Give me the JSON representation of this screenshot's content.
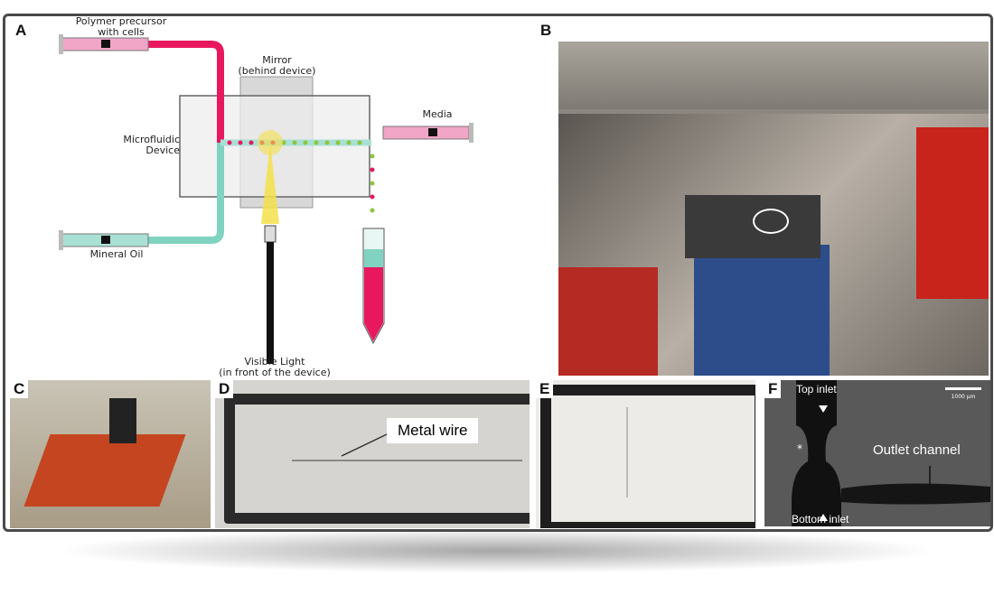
{
  "panels": {
    "a": {
      "label": "A",
      "polymer": "Polymer precursor\nwith cells",
      "mirror": "Mirror\n(behind device)",
      "device": "Microfluidic\nDevice",
      "media": "Media",
      "oil": "Mineral Oil",
      "light": "Visible Light\n(in front of the device)"
    },
    "b": {
      "label": "B"
    },
    "c": {
      "label": "C"
    },
    "d": {
      "label": "D",
      "annotation": "Metal wire"
    },
    "e": {
      "label": "E"
    },
    "f": {
      "label": "F",
      "top": "Top inlet",
      "bottom": "Bottom inlet",
      "outlet": "Outlet channel",
      "scale": "1000 μm",
      "marker": "*"
    }
  },
  "colors": {
    "pink": "#e8185f",
    "teal": "#7fd3c0",
    "green": "#8cc63f",
    "yellow": "#f5e04a",
    "frame": "#4a4a4a"
  }
}
